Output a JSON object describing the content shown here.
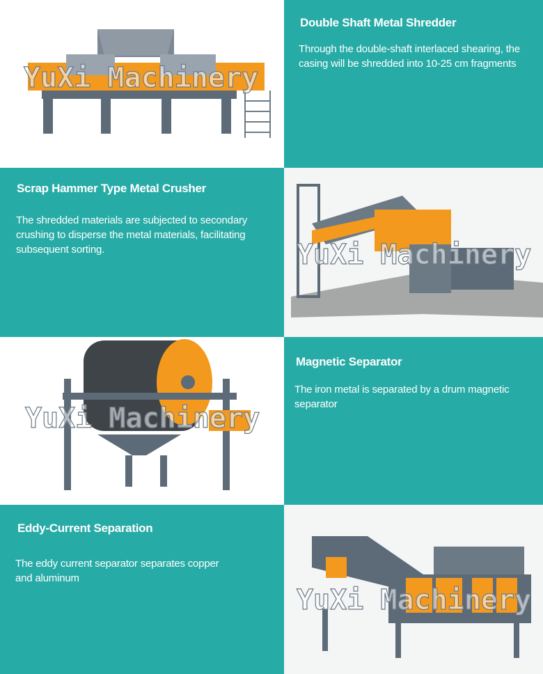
{
  "watermark": "YuXi Machinery",
  "colors": {
    "panel": "#27aba6",
    "machine_frame": "#5d6b78",
    "machine_accent": "#f39a1e"
  },
  "sections": [
    {
      "title": "Double Shaft Metal Shredder",
      "description": "Through the double-shaft interlaced shearing, the casing will be shredded into 10-25 cm fragments"
    },
    {
      "title": "Scrap Hammer Type Metal Crusher",
      "description": "The shredded materials are subjected to secondary crushing to disperse the metal materials, facilitating subsequent sorting."
    },
    {
      "title": "Magnetic Separator",
      "description": "The iron metal is separated by a drum magnetic separator"
    },
    {
      "title": "Eddy-Current Separation",
      "description": "The eddy current separator separates copper and aluminum"
    }
  ]
}
